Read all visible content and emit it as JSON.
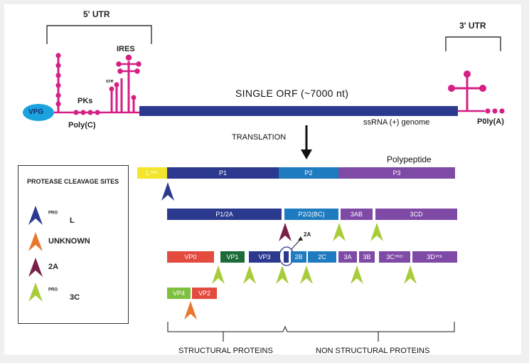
{
  "genome": {
    "utr5_label": "5' UTR",
    "utr3_label": "3' UTR",
    "ires_label": "IRES",
    "cre_label": "cre",
    "pks_label": "PKs",
    "vpg_label": "VPG",
    "polyc_label": "Poly(C)",
    "orf_label": "SINGLE ORF (~7000 nt)",
    "genome_label": "ssRNA (+) genome",
    "polya_label": "P0ly(A)"
  },
  "translation_label": "TRANSLATION",
  "polypeptide_label": "Polypeptide",
  "legend": {
    "title": "PROTEASE CLEAVAGE SITES",
    "items": [
      {
        "label": "L",
        "sup": "PRO",
        "color": "#2b3a8f"
      },
      {
        "label": "UNKNOWN",
        "sup": "",
        "color": "#e8772e"
      },
      {
        "label": "2A",
        "sup": "",
        "color": "#7a1f4a"
      },
      {
        "label": "3C",
        "sup": "PRO",
        "color": "#a8cc3a"
      }
    ]
  },
  "rows": {
    "row1": [
      {
        "label": "L",
        "sup": "PRO",
        "color": "#f2e52a"
      },
      {
        "label": "P1",
        "sup": "",
        "color": "#2b3a8f"
      },
      {
        "label": "P2",
        "sup": "",
        "color": "#1f7bc0"
      },
      {
        "label": "P3",
        "sup": "",
        "color": "#7e4aa6"
      }
    ],
    "row2": [
      {
        "label": "P1/2A",
        "sup": "",
        "color": "#2b3a8f"
      },
      {
        "label": "P2/2(BC)",
        "sup": "",
        "color": "#1f7bc0"
      },
      {
        "label": "3AB",
        "sup": "",
        "color": "#7e4aa6"
      },
      {
        "label": "3CD",
        "sup": "",
        "color": "#7e4aa6"
      }
    ],
    "row3": [
      {
        "label": "VP0",
        "sup": "",
        "color": "#e34b3f"
      },
      {
        "label": "VP1",
        "sup": "",
        "color": "#1e6b3a"
      },
      {
        "label": "VP3",
        "sup": "",
        "color": "#2b3a8f"
      },
      {
        "label": "",
        "sup": "",
        "color": "#2b3a8f"
      },
      {
        "label": "2B",
        "sup": "",
        "color": "#1f7bc0"
      },
      {
        "label": "2C",
        "sup": "",
        "color": "#1f7bc0"
      },
      {
        "label": "3A",
        "sup": "",
        "color": "#7e4aa6"
      },
      {
        "label": "3B",
        "sup": "",
        "color": "#7e4aa6"
      },
      {
        "label": "3C",
        "sup": "PRO",
        "color": "#7e4aa6"
      },
      {
        "label": "3D",
        "sup": "POL",
        "color": "#7e4aa6"
      }
    ],
    "row4": [
      {
        "label": "VP4",
        "sup": "",
        "color": "#7fbf3f"
      },
      {
        "label": "VP2",
        "sup": "",
        "color": "#e34b3f"
      }
    ]
  },
  "callout_2a_label": "2A",
  "structural_label": "STRUCTURAL PROTEINS",
  "nonstructural_label": "NON STRUCTURAL PROTEINS",
  "colors": {
    "magenta": "#d61f85",
    "orf": "#2b3a8f",
    "vpg": "#1aa3de"
  }
}
